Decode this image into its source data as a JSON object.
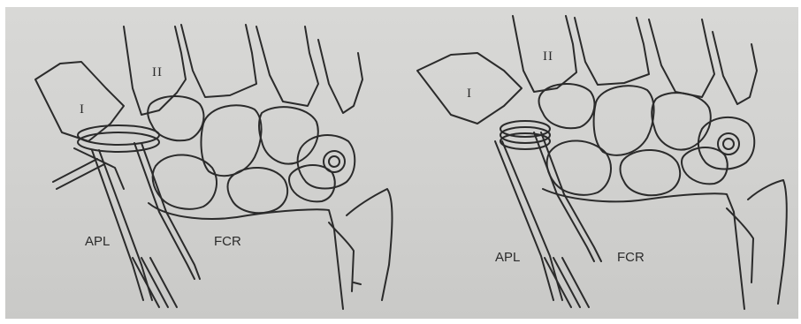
{
  "figure": {
    "left_panel": {
      "label_I": "I",
      "label_II": "II",
      "label_apl": "APL",
      "label_fcr": "FCR"
    },
    "right_panel": {
      "label_I": "I",
      "label_II": "II",
      "label_apl": "APL",
      "label_fcr": "FCR"
    }
  }
}
